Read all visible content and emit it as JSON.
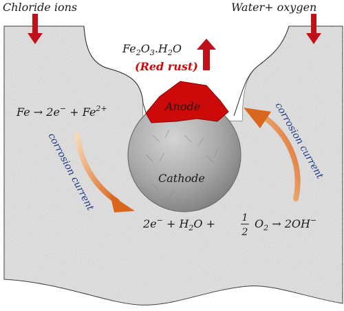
{
  "labels": {
    "chloride": "Chloride ions",
    "water_oxygen": "Water+ oxygen",
    "red_rust": "(Red rust)",
    "anode": "Anode",
    "cathode": "Cathode",
    "current_left": "corrosion current",
    "current_right": "corrosion current"
  },
  "equations": {
    "rust": {
      "fe": "Fe",
      "fe_sub": "2",
      "o": "O",
      "o_sub": "3",
      "rest": ".H",
      "h_sub": "2",
      "tail": "O"
    },
    "anodic": {
      "lhs": "Fe  → 2e",
      "sup1": "−",
      "mid": " + Fe",
      "sup2": "2+"
    },
    "cathodic": {
      "part1": "2e",
      "sup1": "−",
      "part2": " + H",
      "sub1": "2",
      "part3": "O + ",
      "frac_num": "1",
      "frac_den": "2",
      "part4": "O",
      "sub2": "2",
      "part5": " → 2OH",
      "sup2": "−"
    }
  },
  "colors": {
    "concrete": "#e4e4e4",
    "rust_red": "#cc0a0a",
    "arrow_red": "#c0111b",
    "current_arrow": "#e07b2c",
    "current_text": "#1f3c88",
    "rebar": "#a6a6a6"
  }
}
